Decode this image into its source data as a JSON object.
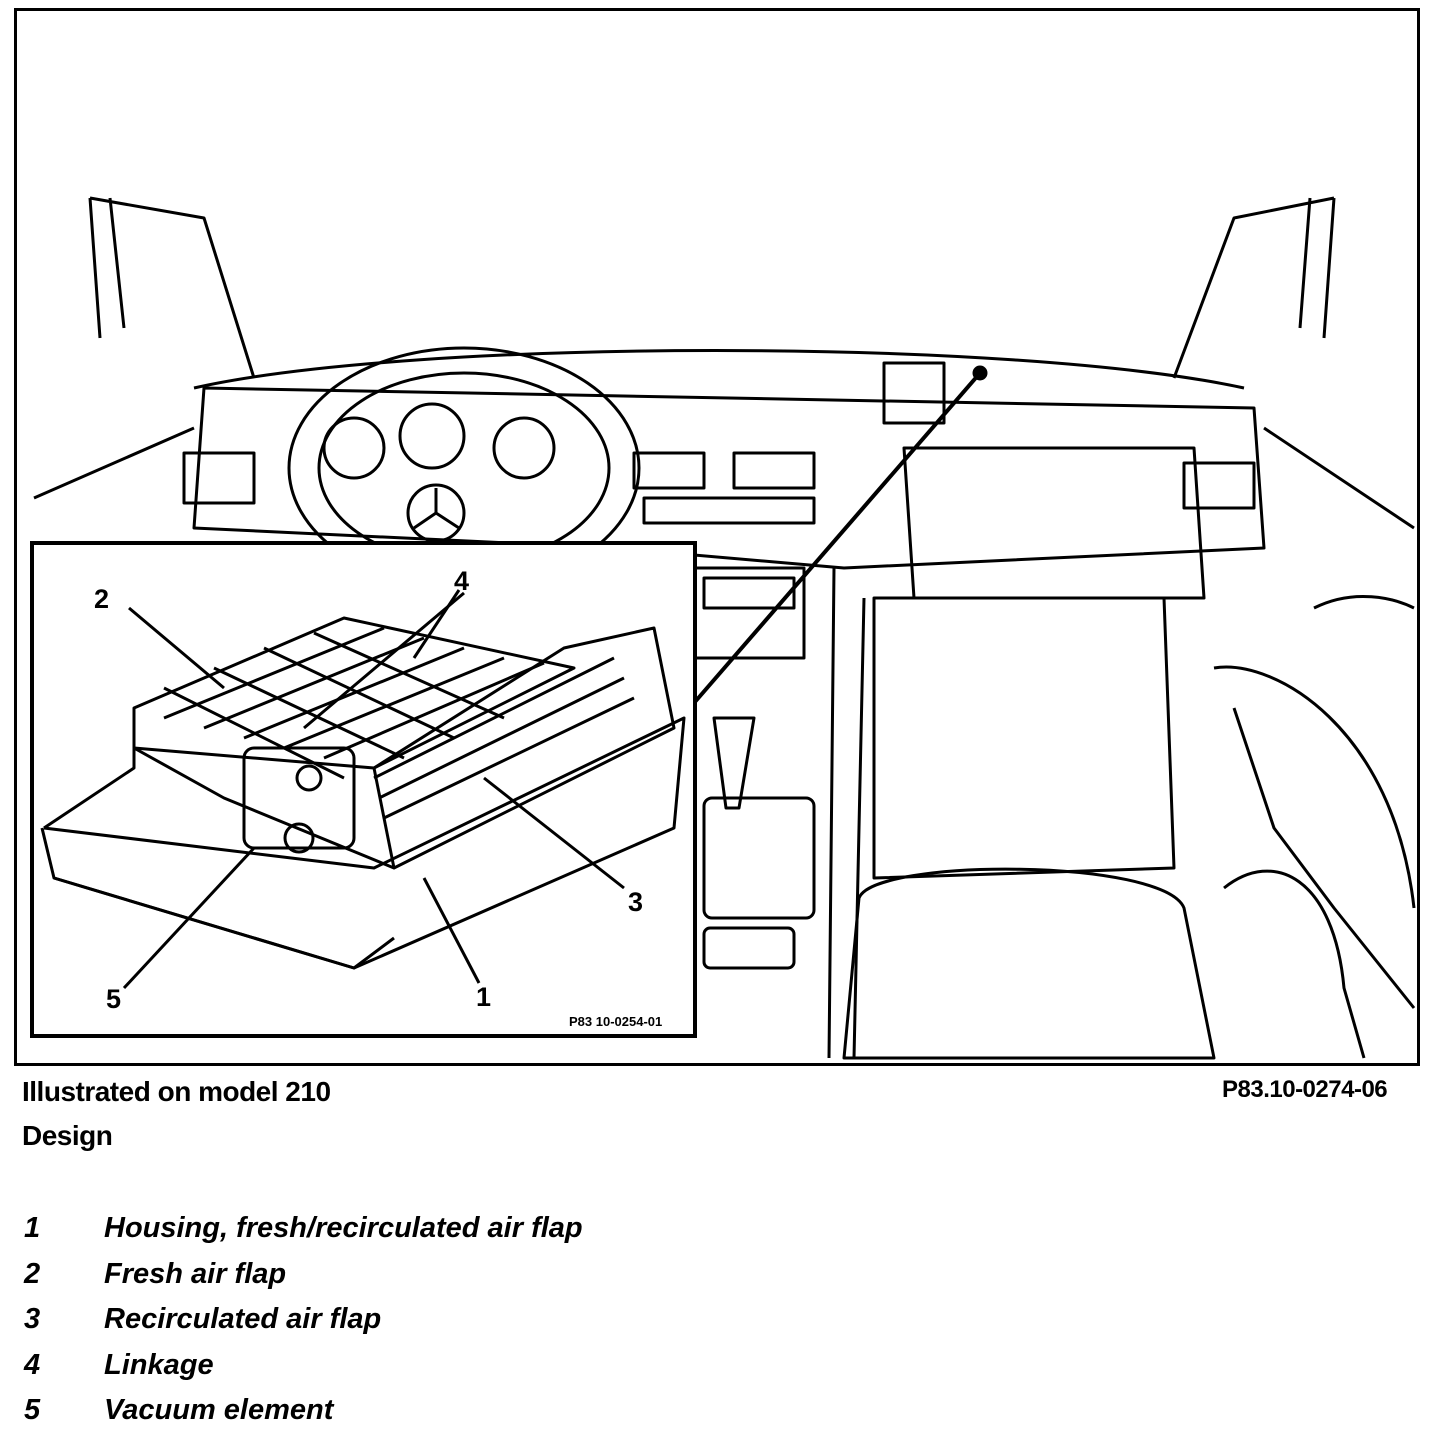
{
  "figure": {
    "figure_ref": "P83.10-0274-06",
    "inset_ref": "P83 10-0254-01",
    "callouts": [
      "1",
      "2",
      "3",
      "4",
      "5"
    ]
  },
  "caption": {
    "line1": "Illustrated on model 210",
    "line2": "Design"
  },
  "legend": [
    {
      "num": "1",
      "text": "Housing, fresh/recirculated air flap"
    },
    {
      "num": "2",
      "text": "Fresh air flap"
    },
    {
      "num": "3",
      "text": "Recirculated air flap"
    },
    {
      "num": "4",
      "text": "Linkage"
    },
    {
      "num": "5",
      "text": "Vacuum element"
    }
  ]
}
